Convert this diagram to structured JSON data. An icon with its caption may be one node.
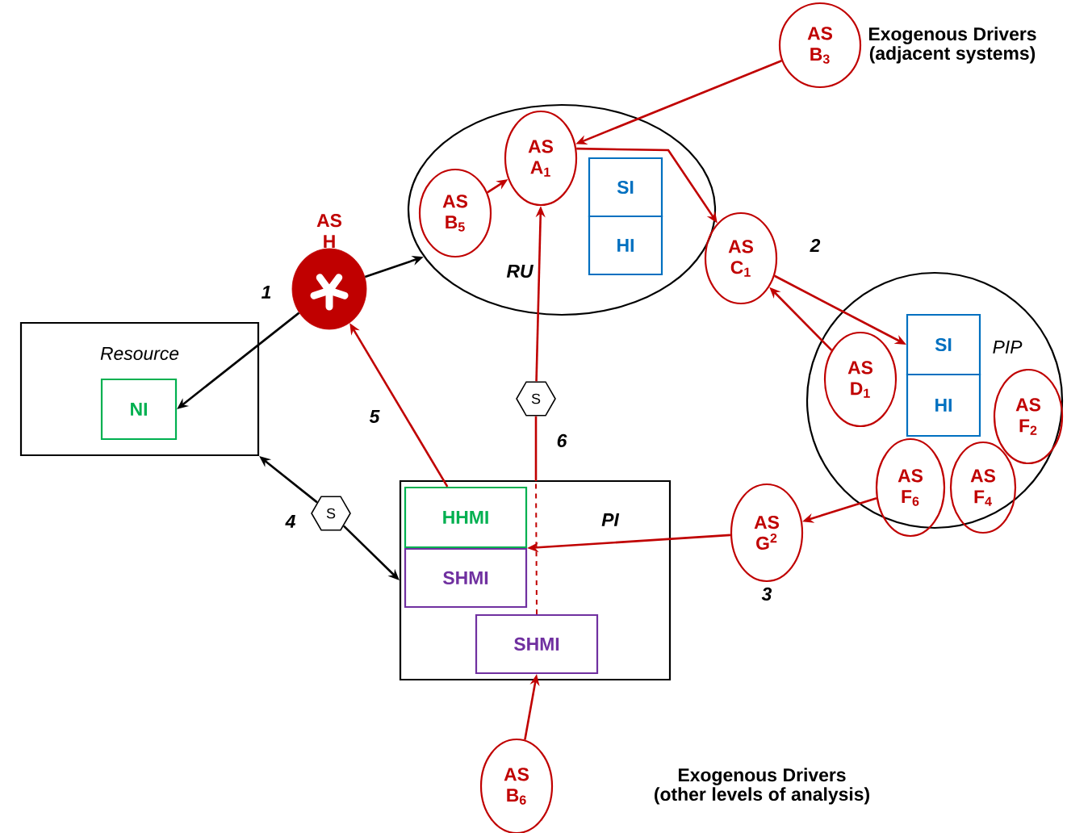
{
  "diagram": {
    "nodes": [
      {
        "text": [
          "Resource"
        ]
      },
      {
        "text": [
          "NI"
        ],
        "in": 0
      },
      {
        "text": [
          "RU"
        ]
      },
      {
        "text": [
          "AS A$_{1}$"
        ],
        "in": 2
      },
      {
        "text": [
          "AS B$_{5}$"
        ],
        "in": 2
      },
      {
        "text": [
          "SI"
        ],
        "in": 2
      },
      {
        "text": [
          "HI"
        ],
        "in": 2
      },
      {
        "text": [
          "AS H"
        ]
      },
      {
        "text": [
          "AS B$_{3}$"
        ]
      },
      {
        "text": [
          "AS C$_{1}$"
        ]
      },
      {
        "text": [
          "PIP"
        ]
      },
      {
        "text": [
          "SI"
        ],
        "in": 10
      },
      {
        "text": [
          "HI"
        ],
        "in": 10
      },
      {
        "text": [
          "AS D$_{1}$"
        ],
        "in": 10
      },
      {
        "text": [
          "AS F$_{2}$"
        ],
        "in": 10
      },
      {
        "text": [
          "AS F$_{4}$"
        ],
        "in": 10
      },
      {
        "text": [
          "AS F$_{6}$"
        ],
        "in": 10
      },
      {
        "text": [
          "AS G$^{2}$"
        ]
      },
      {
        "text": [
          "PI"
        ]
      },
      {
        "text": [
          "HHMI"
        ],
        "in": 18
      },
      {
        "text": [
          "SHMI"
        ],
        "in": 18
      },
      {
        "text": [
          "SHMI"
        ],
        "in": 18
      },
      {
        "text": [
          "AS B$_{6}$"
        ]
      },
      {
        "text": [
          "S"
        ]
      },
      {
        "text": [
          "S"
        ]
      }
    ],
    "edges": [
      {
        "from": 7,
        "to": 2,
        "arrow": "to",
        "color": "#000000"
      },
      {
        "from": 7,
        "to": 1,
        "arrow": "to",
        "color": "#000000",
        "label": "1"
      },
      {
        "from": 8,
        "to": 3,
        "arrow": "to"
      },
      {
        "from": 4,
        "to": 3,
        "arrow": "to"
      },
      {
        "from": 3,
        "to": 9,
        "arrow": "to"
      },
      {
        "from": 9,
        "to": 11,
        "arrow": "to",
        "label": "2"
      },
      {
        "from": 13,
        "to": 9,
        "arrow": "to"
      },
      {
        "from": 16,
        "to": 17,
        "arrow": "to"
      },
      {
        "from": 17,
        "to": 19,
        "arrow": "to",
        "label": "3"
      },
      {
        "from": 19,
        "to": 7,
        "arrow": "to",
        "label": "5"
      },
      {
        "from": 21,
        "to": 23,
        "arrow": "none",
        "style": "dashed",
        "label": "6"
      },
      {
        "from": 23,
        "to": 3,
        "arrow": "to"
      },
      {
        "from": 24,
        "to": 0,
        "arrow": "to",
        "color": "#000000",
        "label": "4"
      },
      {
        "from": 24,
        "to": 18,
        "arrow": "to",
        "color": "#000000"
      },
      {
        "from": 22,
        "to": 21,
        "arrow": "to"
      }
    ],
    "labels": [
      "Exogenous Drivers (adjacent systems)",
      "Exogenous Drivers (other levels of analysis)"
    ]
  }
}
